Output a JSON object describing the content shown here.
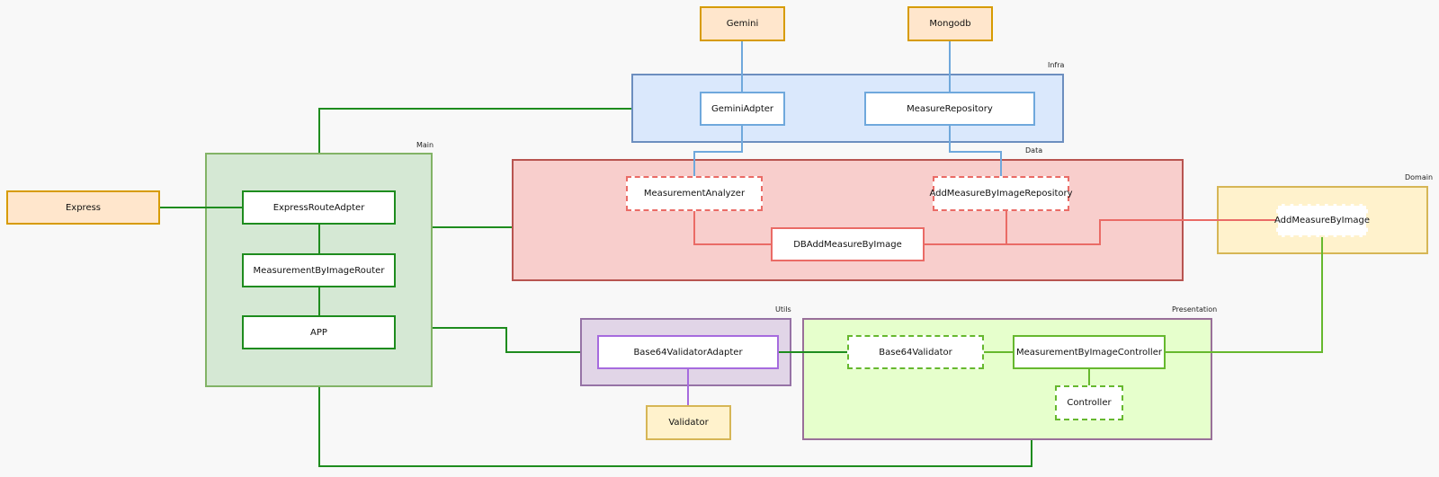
{
  "colors": {
    "main": "#1e8c1e",
    "infra": "#6fa8dc",
    "data": "#ea6b66",
    "utils": "#a66bde",
    "presentation": "#66b82e",
    "domain": "#d6b656"
  },
  "layers": {
    "infra": "Infra",
    "data": "Data",
    "main": "Main",
    "domain": "Domain",
    "utils": "Utils",
    "presentation": "Presentation"
  },
  "nodes": {
    "gemini": "Gemini",
    "mongodb": "Mongodb",
    "gemini_adapter": "GeminiAdpter",
    "measure_repository": "MeasureRepository",
    "measurement_analyzer": "MeasurementAnalyzer",
    "add_measure_repository": "AddMeasureByImageRepository",
    "db_add_measure": "DBAddMeasureByImage",
    "add_measure_by_image": "AddMeasureByImage",
    "express": "Express",
    "express_route_adapter": "ExpressRouteAdpter",
    "measurement_router": "MeasurementByImageRouter",
    "app": "APP",
    "base64_validator_adapter": "Base64ValidatorAdapter",
    "validator": "Validator",
    "base64_validator": "Base64Validator",
    "measurement_controller": "MeasurementByImageController",
    "controller": "Controller"
  }
}
